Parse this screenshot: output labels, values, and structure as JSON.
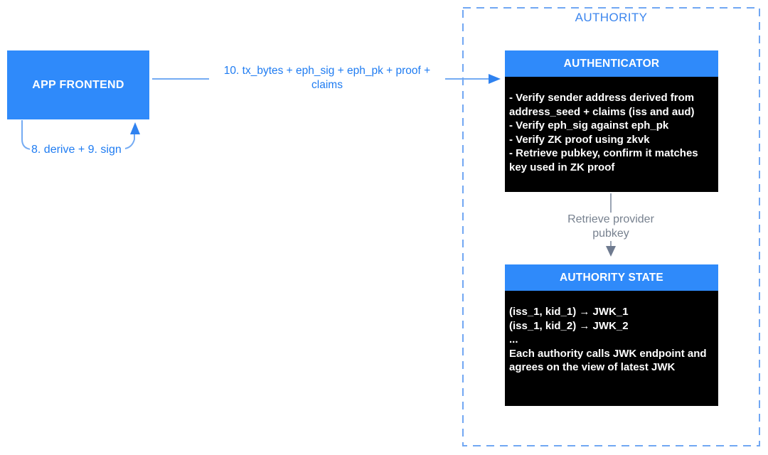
{
  "nodes": {
    "app_frontend": {
      "label": "APP FRONTEND"
    }
  },
  "edges": {
    "tx_label": "10. tx_bytes + eph_sig + eph_pk + proof + claims",
    "derive_label": "8. derive + 9. sign",
    "retrieve_label": "Retrieve provider pubkey"
  },
  "authority": {
    "title": "AUTHORITY",
    "authenticator": {
      "title": "AUTHENTICATOR",
      "lines": [
        "- Verify sender address derived from address_seed + claims (iss and aud)",
        "- Verify eph_sig against eph_pk",
        "- Verify ZK proof using zkvk",
        "- Retrieve pubkey, confirm it matches key used in ZK proof"
      ]
    },
    "authority_state": {
      "title": "AUTHORITY STATE",
      "lines": [
        "(iss_1, kid_1) → JWK_1",
        "(iss_1, kid_2) → JWK_2",
        "...",
        "Each authority calls JWK endpoint and agrees on the view of latest JWK"
      ]
    }
  },
  "colors": {
    "node_blue": "#2F8AFA",
    "label_blue": "#1F7CF2",
    "line_blue": "#74ABF3",
    "arrowhead_blue": "#2F82F0",
    "dashed_border_blue": "#71A7F3",
    "authority_title_blue": "#3C86EE",
    "gray_line": "#79859A",
    "gray_arrowhead": "#6E7A8F",
    "gray_text": "#77818F",
    "body_background": "#000000",
    "body_text": "#FFFFFF"
  }
}
